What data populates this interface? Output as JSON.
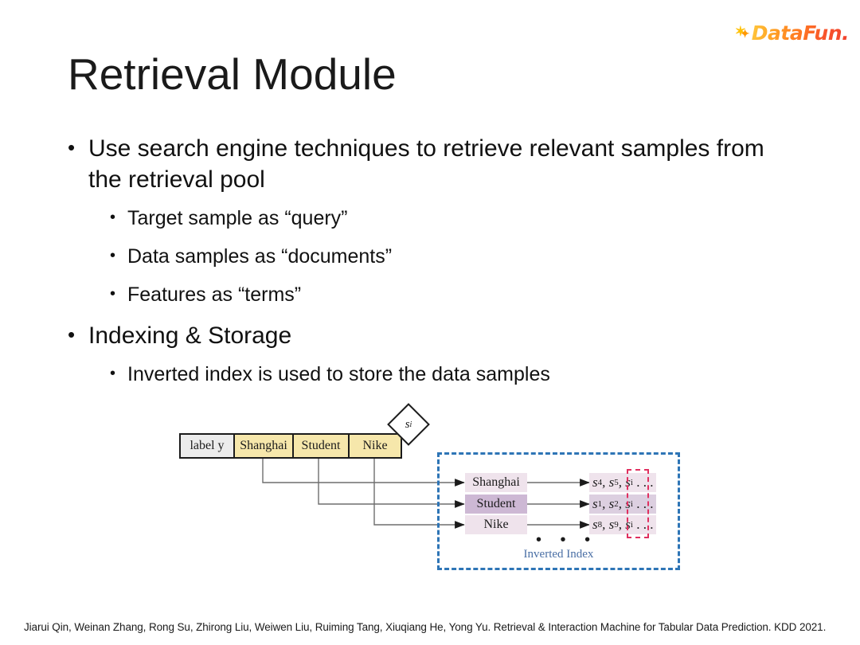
{
  "logo": {
    "mark_icon": "sparkle-icon",
    "wordmark": "DataFun."
  },
  "slide": {
    "title": "Retrieval Module",
    "bullets": [
      {
        "level": 1,
        "marker": "•",
        "text": "Use search engine techniques to retrieve relevant samples from the retrieval pool"
      },
      {
        "level": 2,
        "marker": "•",
        "text": "Target sample as “query”"
      },
      {
        "level": 2,
        "marker": "•",
        "text": "Data samples as “documents”"
      },
      {
        "level": 2,
        "marker": "•",
        "text": "Features as “terms”"
      },
      {
        "level": 1,
        "marker": "•",
        "text": "Indexing & Storage"
      },
      {
        "level": 2,
        "marker": "•",
        "text": "Inverted index is used to store the data samples"
      }
    ],
    "citation": "Jiarui Qin, Weinan Zhang, Rong Su, Zhirong Liu, Weiwen Liu, Ruiming Tang, Xiuqiang He, Yong Yu. Retrieval & Interaction Machine for Tabular Data Prediction. KDD 2021."
  },
  "diagram": {
    "sample_row": {
      "cells": [
        {
          "text": "label y",
          "kind": "label"
        },
        {
          "text": "Shanghai",
          "kind": "feature"
        },
        {
          "text": "Student",
          "kind": "feature"
        },
        {
          "text": "Nike",
          "kind": "feature"
        }
      ],
      "tag": "s",
      "tag_sub": "i"
    },
    "inverted_index": {
      "caption": "Inverted Index",
      "ellipsis": "• • •",
      "entries": [
        {
          "term": "Shanghai",
          "highlight": false,
          "postings": [
            {
              "base": "s",
              "sub": "4"
            },
            {
              "base": "s",
              "sub": "5"
            },
            {
              "base": "s",
              "sub": "i"
            }
          ],
          "tail": ". . ."
        },
        {
          "term": "Student",
          "highlight": true,
          "postings": [
            {
              "base": "s",
              "sub": "1"
            },
            {
              "base": "s",
              "sub": "2"
            },
            {
              "base": "s",
              "sub": "i"
            }
          ],
          "tail": ". . ."
        },
        {
          "term": "Nike",
          "highlight": false,
          "postings": [
            {
              "base": "s",
              "sub": "8"
            },
            {
              "base": "s",
              "sub": "9"
            },
            {
              "base": "s",
              "sub": "i"
            }
          ],
          "tail": ". . ."
        }
      ]
    },
    "colors": {
      "feature_cell": "#F6E7AB",
      "label_cell": "#ECECEC",
      "term_bg": "#EFE3EC",
      "term_highlight": "#CDB8D4",
      "box_border": "#2E75B6",
      "focus_border": "#E03060",
      "caption": "#4A6FA5"
    }
  }
}
